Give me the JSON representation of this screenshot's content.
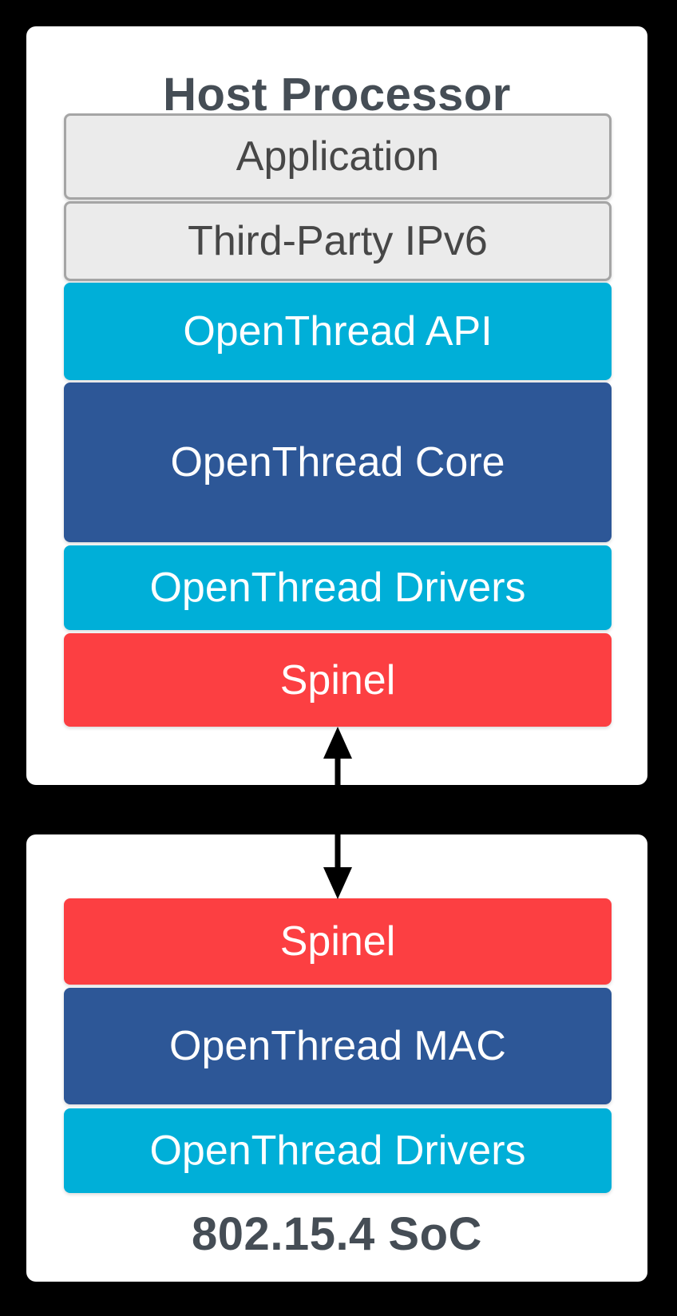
{
  "palette": {
    "background": "#000000",
    "panel": "#ffffff",
    "cyan": "#00afd8",
    "dark_blue": "#2d5797",
    "red": "#fc3f42",
    "gray_fill": "#ebebeb",
    "gray_border": "#a5a5a5",
    "title_text": "#454d55",
    "gray_label_text": "#474747",
    "colored_label_text": "#ffffff",
    "arrow": "#000000"
  },
  "host": {
    "title": "Host Processor",
    "layers": [
      {
        "label": "Application",
        "type": "gray"
      },
      {
        "label": "Third-Party IPv6",
        "type": "gray"
      },
      {
        "label": "OpenThread API",
        "type": "cyan"
      },
      {
        "label": "OpenThread Core",
        "type": "blue"
      },
      {
        "label": "OpenThread Drivers",
        "type": "cyan"
      },
      {
        "label": "Spinel",
        "type": "red"
      }
    ]
  },
  "link": {
    "type": "double-headed-vertical-arrow",
    "connects": [
      "Spinel (Host Processor)",
      "Spinel (802.15.4 SoC)"
    ]
  },
  "soc": {
    "title": "802.15.4 SoC",
    "layers": [
      {
        "label": "Spinel",
        "type": "red"
      },
      {
        "label": "OpenThread MAC",
        "type": "blue"
      },
      {
        "label": "OpenThread Drivers",
        "type": "cyan"
      }
    ]
  }
}
